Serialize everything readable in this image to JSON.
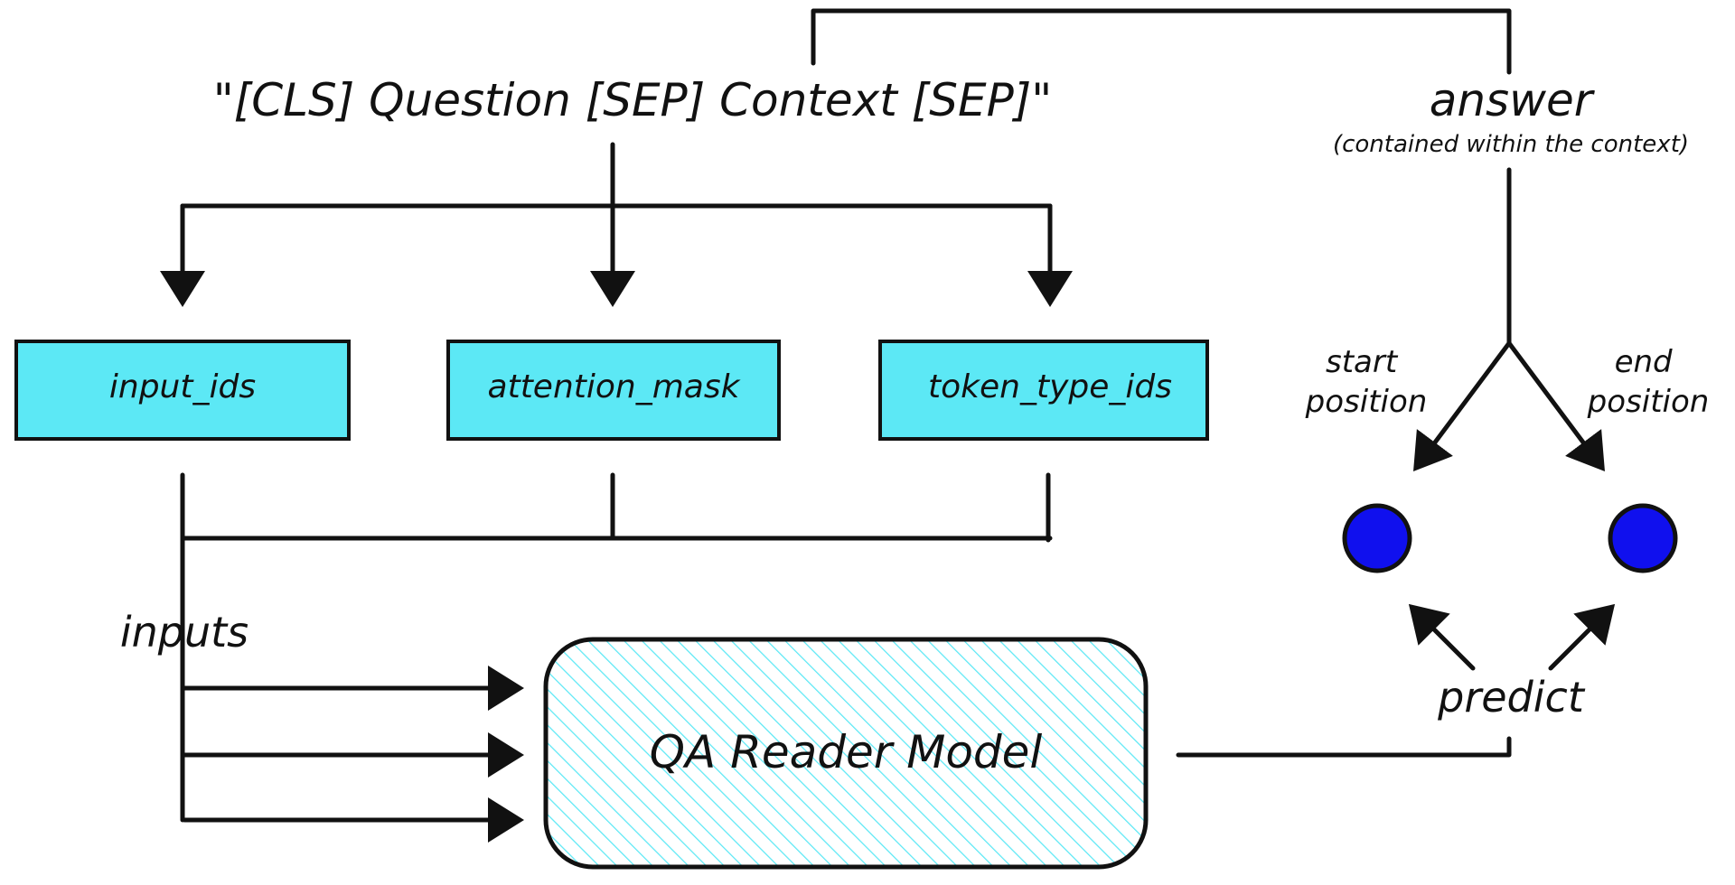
{
  "input_string": "\"[CLS] Question [SEP] Context [SEP]\"",
  "boxes": [
    {
      "label": "input_ids"
    },
    {
      "label": "attention_mask"
    },
    {
      "label": "token_type_ids"
    }
  ],
  "inputs_label": "inputs",
  "model_label": "QA Reader Model",
  "answer": {
    "title": "answer",
    "subtitle": "(contained within the context)"
  },
  "positions": {
    "start": [
      "start",
      "position"
    ],
    "end": [
      "end",
      "position"
    ]
  },
  "predict_label": "predict",
  "colors": {
    "box_fill": "#5ce8f5",
    "hatch": "#5ce8f5",
    "dot": "#1010ee",
    "stroke": "#111111"
  }
}
